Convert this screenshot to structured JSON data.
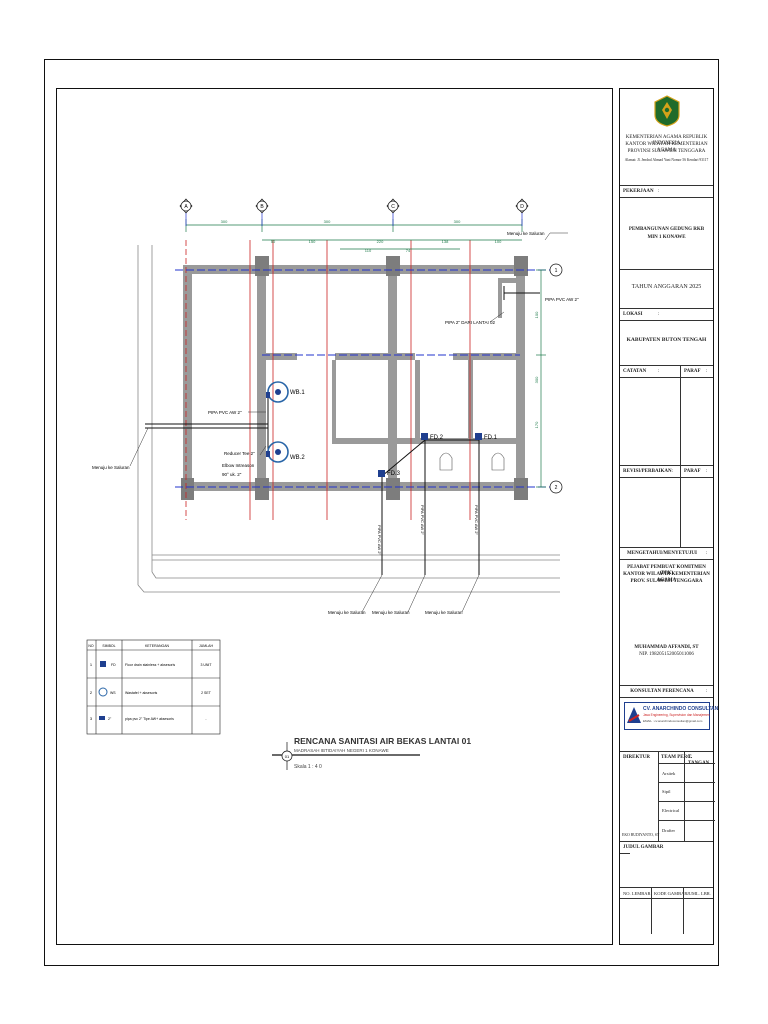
{
  "panel": {
    "ministry": "KEMENTERIAN AGAMA REPUBLIK INDONESIA",
    "office": "KANTOR WILAYAH KEMENTERIAN AGAMA",
    "province": "PROVINSI SULAWESI TENGGARA",
    "address": "Alamat: Jl. Jendral Ahmad Yani Nomor 56 Kendari 93117",
    "pekerjaan_label": "PEKERJAAN",
    "colon": ":",
    "project_line1": "PEMBANGUNAN GEDUNG RKB",
    "project_line2": "MIN 1 KONAWE",
    "year": "TAHUN ANGGARAN 2025",
    "lokasi_label": "LOKASI",
    "location": "KABUPATEN BUTON TENGAH",
    "catatan_label": "CATATAN",
    "paraf_label": "PARAF",
    "revisi_label": "REVISI/PERBAIKAN",
    "mengetahui_label": "MENGETAHUI/MENYETUJUI",
    "ppk_line1": "PEJABAT PEMBUAT KOMITMEN (PPK)",
    "ppk_line2": "KANTOR WILAYAH KEMENTERIAN AGAMA",
    "ppk_line3": "PROV. SULAWESI TENGGARA",
    "official_name": "MUHAMMAD AFFANDI, ST",
    "official_nip": "NIP. 198205152005011006",
    "konsultan_label": "KONSULTAN PERENCANA",
    "consultant_name": "CV. ANARCHINDO CONSULTAN",
    "consultant_tag": "Jasa Engineering, Supervision dan Manajemen",
    "consultant_email": "EMAIL : cv.anarchindoconsultan@gmail.com",
    "direktur_label": "DIREKTUR",
    "team_label": "TEAM PERC.",
    "ttangan_label": "T. TANGAN",
    "team_roles": [
      "Arsitek",
      "Sipil",
      "Electrical",
      "Drafter"
    ],
    "director_name": "EKO BUDIYANTO, ST",
    "judul_label": "JUDUL GAMBAR",
    "no_lembar_label": "NO. LEMBAR",
    "kode_gambar_label": "KODE GAMBAR",
    "juml_label": "JUML. LBR."
  },
  "drawing": {
    "grid_labels": [
      "A",
      "B",
      "C",
      "D"
    ],
    "row_labels": [
      "1",
      "2"
    ],
    "top_dims": [
      "300",
      "300",
      "300"
    ],
    "sub_dims": [
      "50",
      "150",
      "220",
      "138",
      "100"
    ],
    "inner_dims": [
      "110",
      "74"
    ],
    "right_dims": [
      "100",
      "300",
      "170"
    ],
    "pipa_aw_right": "PIPA PVC AW 2\"",
    "pipa_dari": "PIPA 2\" DARI LANTAI 02",
    "menuju": "Menuju ke Saluran",
    "pipa_aw_left": "PIPA PVC AW 2\"",
    "wb1": "WB.1",
    "wb2": "WB.2",
    "reducer": "Reducer Tee 2\"",
    "elbow": "Elbow Intreason",
    "elbow2": "90° uk. 2\"",
    "fd1": "FD.1",
    "fd2": "FD.2",
    "fd3": "FD.3",
    "pipe_vertical": "PIPA PVC AW 2\""
  },
  "legend": {
    "headers": [
      "NO",
      "SIMBOL",
      "KETERANGAN",
      "JUMLAH"
    ],
    "rows": [
      {
        "no": "1",
        "sym": "FD",
        "desc": "Floor drain stainless + aksesoris",
        "qty": "3 UNIT"
      },
      {
        "no": "2",
        "sym": "WS",
        "desc": "Wastafel + aksesoris",
        "qty": "2 SET"
      },
      {
        "no": "3",
        "sym": "2\"",
        "desc": "pipa pvc 2\" Tipe AW+ aksesoris",
        "qty": "-"
      }
    ]
  },
  "title_block": {
    "title": "RENCANA SANITASI AIR BEKAS LANTAI 01",
    "subtitle": "MADRASAH IBTIDAIYAH NEGERI 1 KONAWE",
    "scale": "Skala  1 : 4 0",
    "marker": "01"
  },
  "colors": {
    "wall": "#9a9a9a",
    "grid_line": "#2233cc",
    "dim_line": "#1e7a4a",
    "section_line": "#cc2222",
    "accent_blue": "#1f3f8f",
    "logo_green": "#1f6b2a",
    "logo_gold": "#d4a21a"
  }
}
